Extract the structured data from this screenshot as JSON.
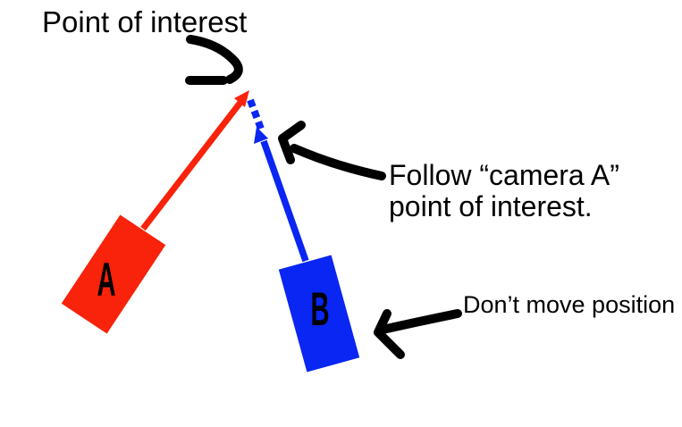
{
  "colors": {
    "camera_a": "#f8230a",
    "camera_b": "#0a26f2",
    "ink": "#000000",
    "background": "#ffffff"
  },
  "cameras": {
    "a": {
      "label": "A"
    },
    "b": {
      "label": "B"
    }
  },
  "annotations": {
    "point_of_interest": "Point of interest",
    "follow_line1": "Follow “camera A”",
    "follow_line2": "point of interest.",
    "dont_move": "Don’t move position"
  }
}
